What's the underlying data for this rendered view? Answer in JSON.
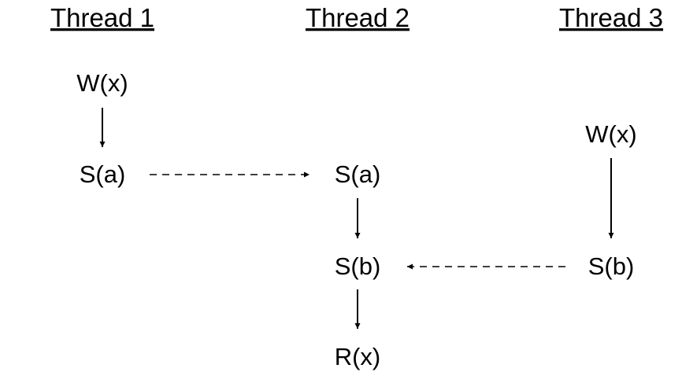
{
  "diagram": {
    "threads": [
      {
        "id": "t1",
        "title": "Thread 1"
      },
      {
        "id": "t2",
        "title": "Thread 2"
      },
      {
        "id": "t3",
        "title": "Thread 3"
      }
    ],
    "operations": [
      {
        "id": "t1_wx",
        "thread": "t1",
        "label": "W(x)"
      },
      {
        "id": "t1_sa",
        "thread": "t1",
        "label": "S(a)"
      },
      {
        "id": "t2_sa",
        "thread": "t2",
        "label": "S(a)"
      },
      {
        "id": "t2_sb",
        "thread": "t2",
        "label": "S(b)"
      },
      {
        "id": "t2_rx",
        "thread": "t2",
        "label": "R(x)"
      },
      {
        "id": "t3_wx",
        "thread": "t3",
        "label": "W(x)"
      },
      {
        "id": "t3_sb",
        "thread": "t3",
        "label": "S(b)"
      }
    ],
    "edges": [
      {
        "from": "t1_wx",
        "to": "t1_sa",
        "style": "solid"
      },
      {
        "from": "t2_sa",
        "to": "t2_sb",
        "style": "solid"
      },
      {
        "from": "t2_sb",
        "to": "t2_rx",
        "style": "solid"
      },
      {
        "from": "t3_wx",
        "to": "t3_sb",
        "style": "solid"
      },
      {
        "from": "t1_sa",
        "to": "t2_sa",
        "style": "dashed"
      },
      {
        "from": "t3_sb",
        "to": "t2_sb",
        "style": "dashed"
      }
    ],
    "colors": {
      "ink": "#000000",
      "background": "#ffffff"
    }
  }
}
